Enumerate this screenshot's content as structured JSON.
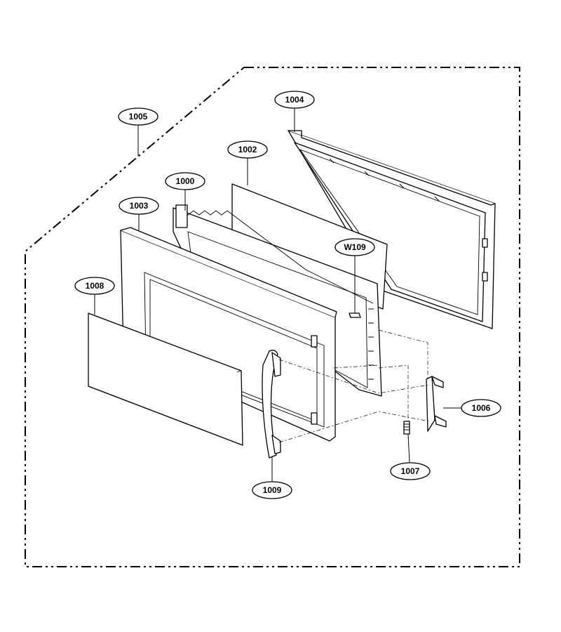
{
  "callouts": {
    "c1000": "1000",
    "c1002": "1002",
    "c1003": "1003",
    "c1004": "1004",
    "c1005": "1005",
    "c1006": "1006",
    "c1007": "1007",
    "c1008": "1008",
    "c1009": "1009",
    "cW109": "W109"
  }
}
